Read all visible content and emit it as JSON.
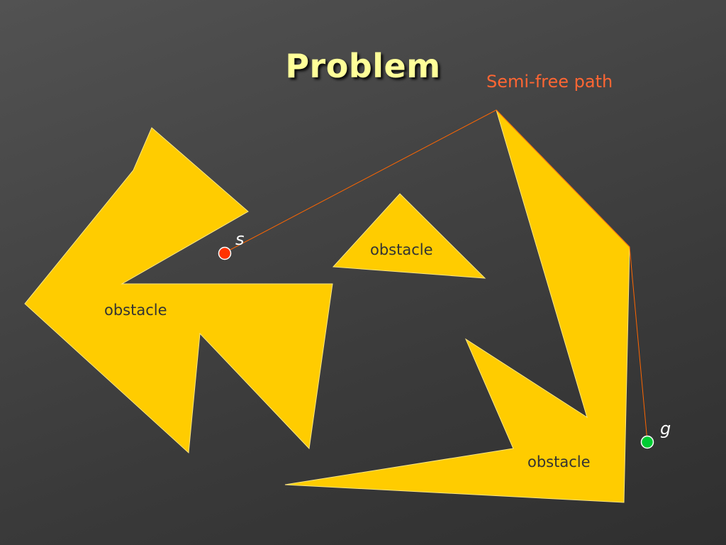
{
  "slide": {
    "title": "Problem"
  },
  "path": {
    "label": "Semi-free path",
    "color": "#ff6600"
  },
  "obstacles": [
    {
      "label": "obstacle"
    },
    {
      "label": "obstacle"
    },
    {
      "label": "obstacle"
    }
  ],
  "points": {
    "start": {
      "label": "s",
      "color": "#ff3300"
    },
    "goal": {
      "label": "g",
      "color": "#00cc33"
    }
  },
  "colors": {
    "obstacle_fill": "#ffcc00",
    "title": "#ffff99",
    "background": "#444444"
  }
}
